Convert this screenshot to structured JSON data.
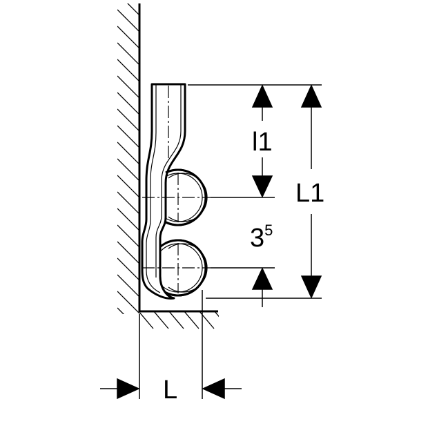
{
  "labels": {
    "l1": "l1",
    "big_l1": "L1",
    "spacing_base": "3",
    "spacing_sup": "5",
    "width": "L"
  },
  "colors": {
    "stroke": "#000000",
    "background": "#ffffff"
  }
}
